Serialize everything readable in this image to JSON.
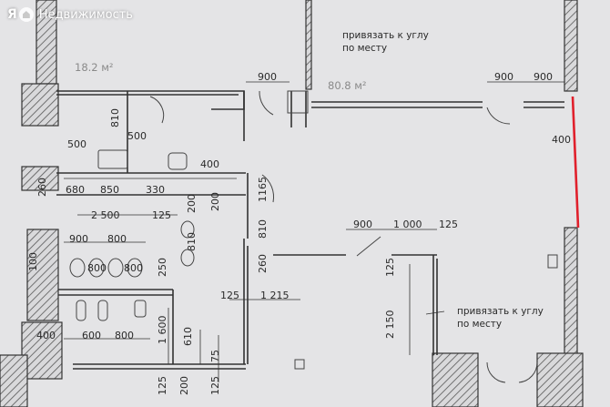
{
  "watermark": {
    "brand": "Я",
    "text": "Недвижимость"
  },
  "rooms": {
    "left_area": "18.2 м²",
    "main_area": "80.8 м²"
  },
  "notes": {
    "top": [
      "привязать к углу",
      "по месту"
    ],
    "bottom": [
      "привязать к углу",
      "по месту"
    ]
  },
  "dimensions": {
    "d_900_top": "900",
    "d_900_right_a": "900",
    "d_900_right_b": "900",
    "d_810_a": "810",
    "d_500_a": "500",
    "d_500_b": "500",
    "d_400_a": "400",
    "d_400_right": "400",
    "d_680": "680",
    "d_850": "850",
    "d_330": "330",
    "d_200_a": "200",
    "d_200_b": "200",
    "d_1165": "1165",
    "d_260_left": "260",
    "d_2500": "2 500",
    "d_125_a": "125",
    "d_810_b": "810",
    "d_810_c": "810",
    "d_900_mid": "900",
    "d_1000": "1 000",
    "d_125_b": "125",
    "d_900_stall": "900",
    "d_800_stall_a": "800",
    "d_800_stall_b": "800",
    "d_800_stall_c": "800",
    "d_260_mid": "260",
    "d_250": "250",
    "d_125_c": "125",
    "d_1215": "1 215",
    "d_125_d": "125",
    "d_2150": "2 150",
    "d_1600": "1 600",
    "d_610": "610",
    "d_400_b": "400",
    "d_600": "600",
    "d_800_bottom": "800",
    "d_75": "75",
    "d_125_e": "125",
    "d_200_c": "200",
    "d_125_f": "125",
    "d_100": "100"
  },
  "colors": {
    "marker_line": "#e0202c",
    "wall_hatch": "#555555",
    "paper": "#e4e4e6"
  }
}
